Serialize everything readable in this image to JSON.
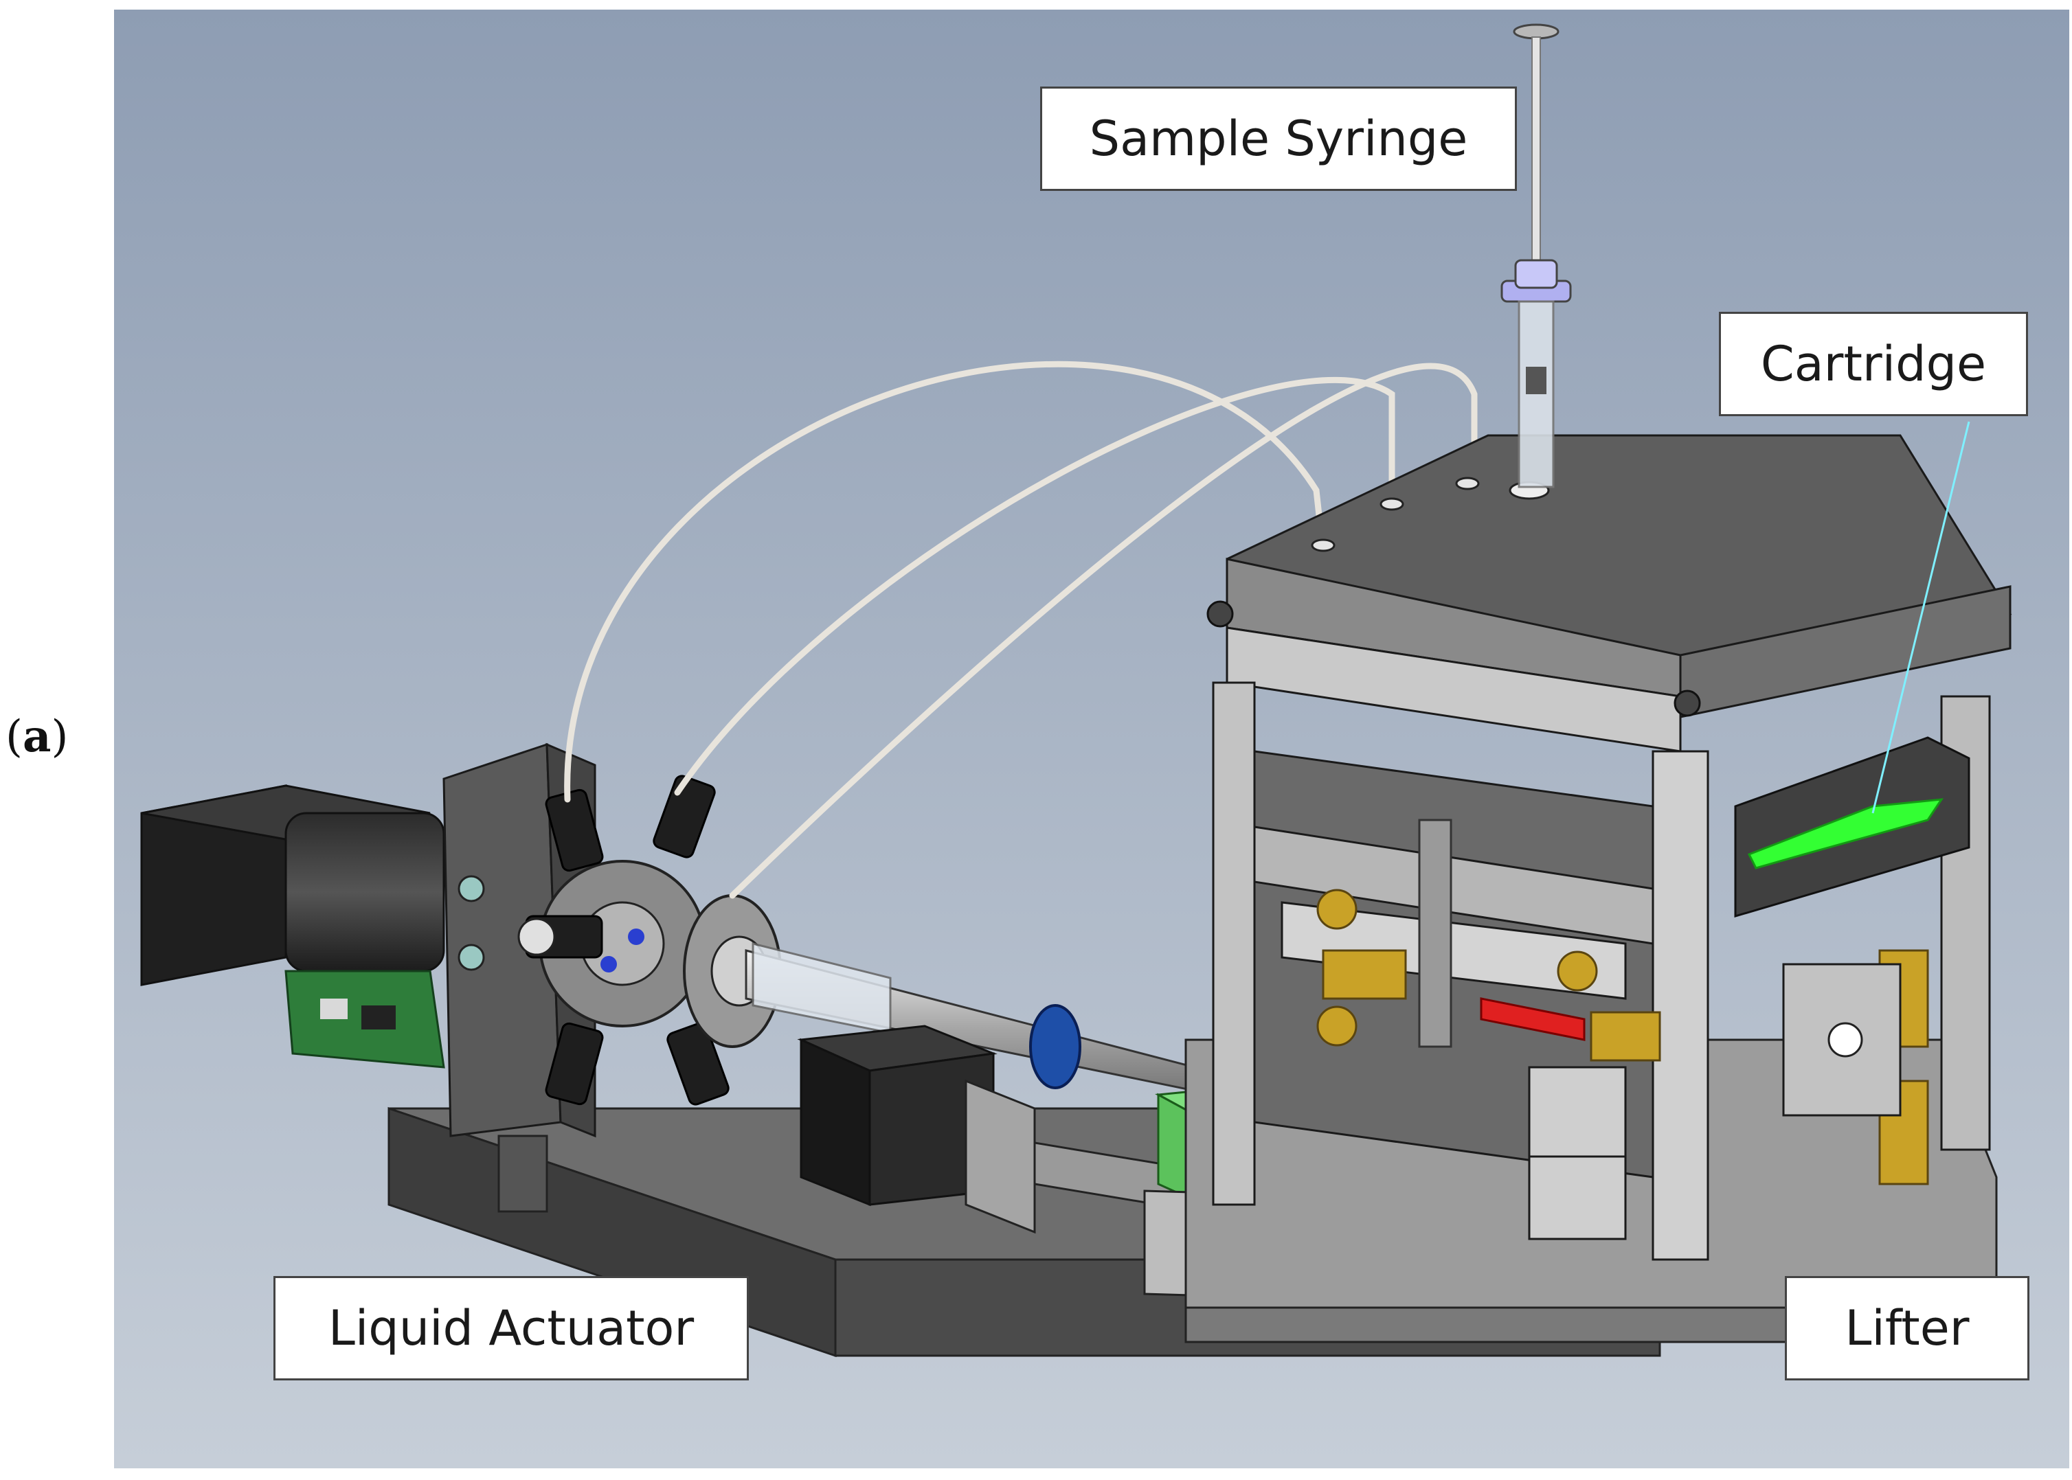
{
  "panel": {
    "letter": "a"
  },
  "labels": {
    "sample_syringe": "Sample Syringe",
    "cartridge": "Cartridge",
    "liquid_actuator": "Liquid Actuator",
    "lifter": "Lifter"
  },
  "colors": {
    "background_top": "#8e9db3",
    "background_bottom": "#c4ccd6",
    "housing_dark": "#4a4a4a",
    "housing_mid": "#8a8a8a",
    "housing_light": "#cfcfcf",
    "brass": "#c9a227",
    "green_part": "#6fd66f",
    "cartridge_green": "#33ff33",
    "blue_nut": "#1e4fa8",
    "red_rod": "#e02020",
    "tubing": "#e8e4dc"
  }
}
